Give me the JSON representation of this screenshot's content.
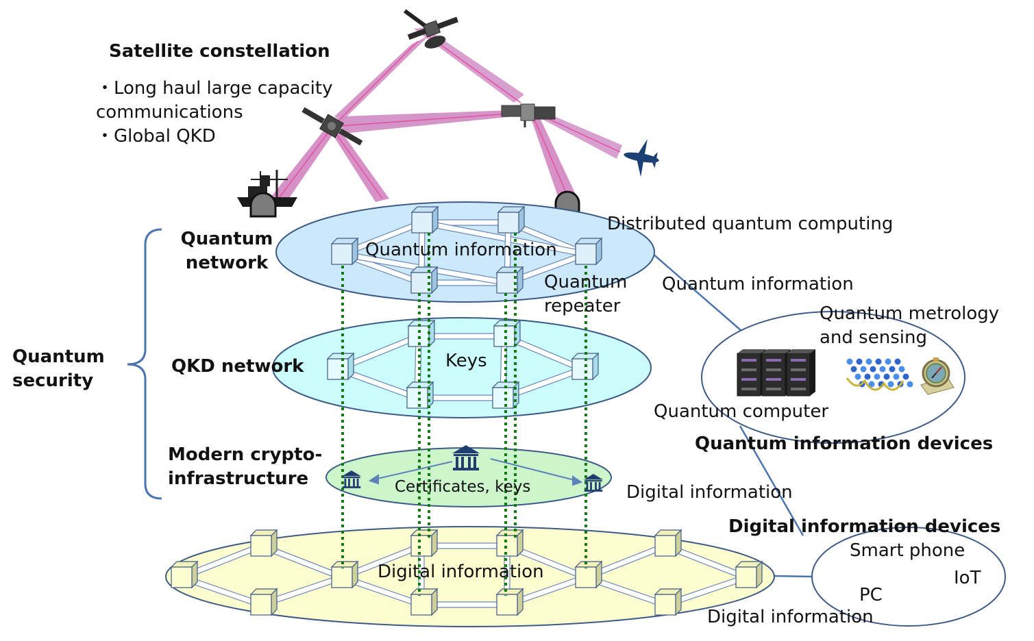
{
  "satellite": {
    "title": "Satellite constellation",
    "bullet_1_line_1": "・Long haul large capacity",
    "bullet_1_line_2": "communications",
    "bullet_2": "・Global QKD"
  },
  "left_labels": {
    "quantum_network_line_1": "Quantum",
    "quantum_network_line_2": "network",
    "qkd_network": "QKD network",
    "crypto_line_1": "Modern crypto-",
    "crypto_line_2": "infrastructure",
    "quantum_security_line_1": "Quantum",
    "quantum_security_line_2": "security"
  },
  "layers": {
    "quantum": "Quantum information",
    "qkd": "Keys",
    "crypto": "Certificates, keys",
    "digital": "Digital information"
  },
  "right_labels": {
    "distributed": "Distributed quantum computing",
    "repeater_line_1": "Quantum",
    "repeater_line_2": "repeater",
    "quantum_information_link": "Quantum information",
    "metrology_line_1": "Quantum metrology",
    "metrology_line_2": "and sensing",
    "quantum_computer": "Quantum computer",
    "quantum_devices": "Quantum information devices",
    "digital_information_link": "Digital information",
    "digital_devices": "Digital information devices",
    "smart_phone": "Smart phone",
    "iot": "IoT",
    "pc": "PC",
    "digital_information_bottom": "Digital information"
  },
  "icons": [
    "satellite-icon",
    "ship-icon",
    "airplane-icon",
    "ground-station-icon",
    "bank-icon",
    "server-icon",
    "sensor-lattice-icon",
    "clock-icon"
  ],
  "colors": {
    "quantum_layer": "#cce9fb",
    "qkd_layer": "#ccfdfd",
    "crypto_layer": "#ccf5cc",
    "digital_layer": "#fdfdcf",
    "beam": "#e06aaa",
    "link_dotted": "#117a11",
    "outline": "#3c5a88"
  }
}
